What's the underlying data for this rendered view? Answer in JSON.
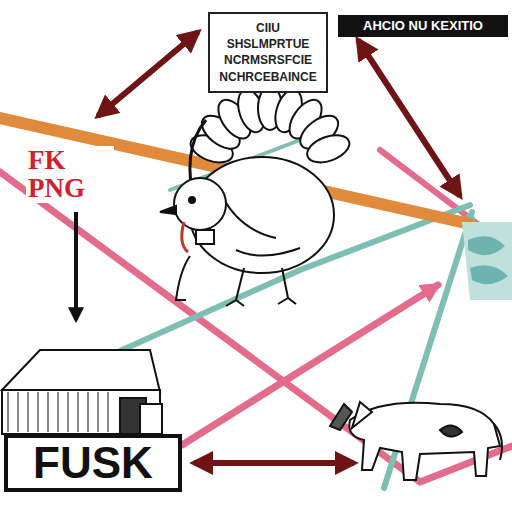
{
  "diagram": {
    "nodes": [
      {
        "text": [
          "CIIU SHSLMPRTUE NCRMSRSFCIE NCHRCEBAINCE"
        ]
      },
      {
        "text": [
          "AHCIO NU KEXITIO"
        ]
      },
      {
        "text": [
          "FUSK"
        ]
      }
    ],
    "labels": [
      "FK PNG"
    ]
  }
}
